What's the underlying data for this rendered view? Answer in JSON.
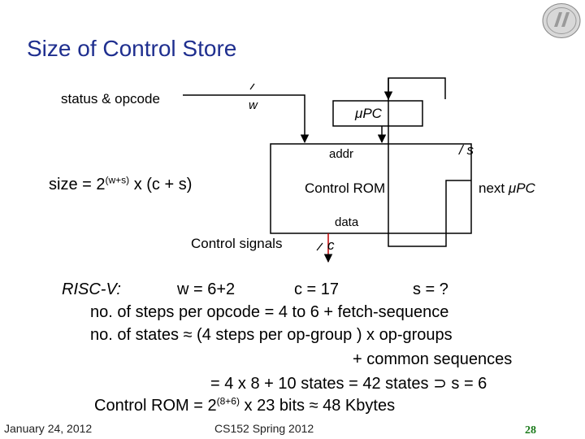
{
  "slide": {
    "title": "Size of Control Store",
    "page_number": "28"
  },
  "diagram": {
    "status_opcode_label": "status & opcode",
    "w_slash": "/",
    "w_label": "w",
    "upc_mu": "μ",
    "upc_text": "PC",
    "s_slash": "/",
    "s_label": "s",
    "addr_label": "addr",
    "rom_label": "Control ROM",
    "next_upc_prefix": "next ",
    "next_upc_mu": "μ",
    "next_upc_text": "PC",
    "data_label": "data",
    "control_signals_label": "Control signals",
    "c_slash": "/",
    "c_label": "c",
    "size_prefix": "size = 2",
    "size_exponent": "(w+s)",
    "size_suffix": " x (c + s)"
  },
  "body": {
    "riscv_label": "RISC-V:",
    "w_value": "w = 6+2",
    "c_value": "c = 17",
    "s_value": "s = ?",
    "line2": "no. of steps per opcode = 4 to 6 + fetch-sequence",
    "line3_a": "no. of states ",
    "line3_approx": "≈",
    "line3_b": " (4 steps per op-group ) x op-groups",
    "line4": "+ common sequences",
    "line5_a": "= 4 x 8 + 10 states = 42 states ",
    "line5_implies": "⊃",
    "line5_b": " s = 6",
    "line6_a": "Control ROM = 2",
    "line6_exp": "(8+6)",
    "line6_b": " x 23 bits ",
    "line6_approx": "≈",
    "line6_c": " 48 Kbytes"
  },
  "footer": {
    "date": "January 24, 2012",
    "course": "CS152 Spring 2012"
  },
  "colors": {
    "title": "#1f2f8f",
    "page_number": "#1a7a1a",
    "control_arrow": "#c00000"
  }
}
